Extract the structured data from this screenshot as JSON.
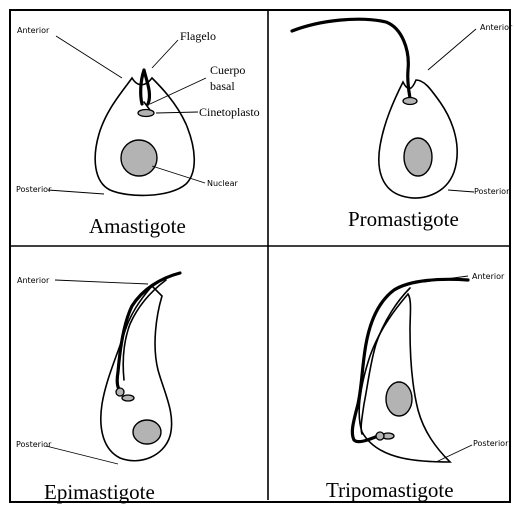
{
  "panels": [
    {
      "title": "Amastigote",
      "labels": {
        "anterior": "Anterior",
        "flagellum": "Flagelo",
        "basal_body_line1": "Cuerpo",
        "basal_body_line2": "basal",
        "kinetoplast": "Cinetoplasto",
        "nucleus": "Nuclear",
        "posterior": "Posterior"
      }
    },
    {
      "title": "Promastigote",
      "labels": {
        "anterior": "Anterior",
        "posterior": "Posterior"
      }
    },
    {
      "title": "Epimastigote",
      "labels": {
        "anterior": "Anterior",
        "posterior": "Posterior"
      }
    },
    {
      "title": "Tripomastigote",
      "labels": {
        "anterior": "Anterior",
        "posterior": "Posterior"
      }
    }
  ]
}
